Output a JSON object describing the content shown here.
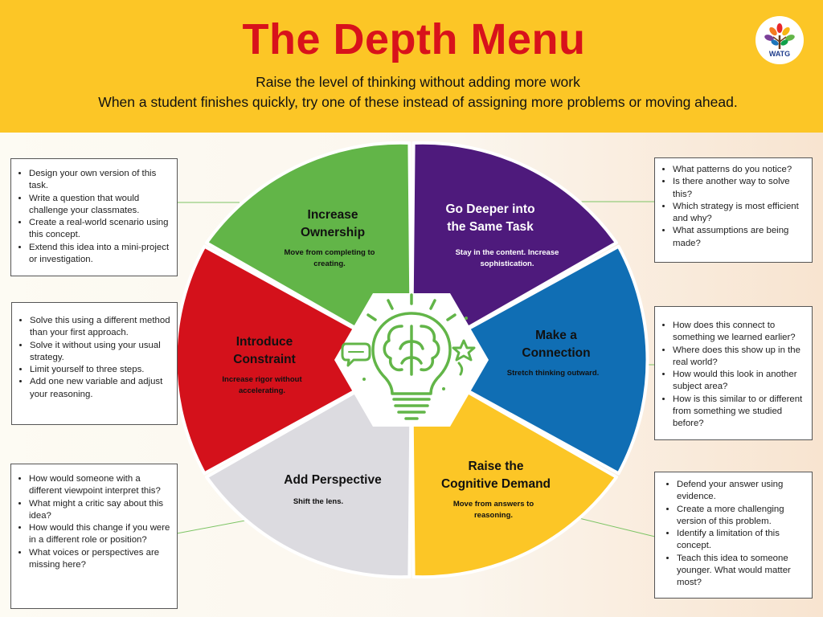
{
  "header": {
    "title": "The Depth Menu",
    "subtitle_1": "Raise the level of thinking without adding more work",
    "subtitle_2": "When a student finishes quickly, try one of these instead of assigning more problems or moving ahead.",
    "logo_text": "WATG"
  },
  "colors": {
    "header_bg": "#fcc626",
    "title": "#d8121b",
    "ownership": "#62b548",
    "deeper": "#4e1a7c",
    "connection": "#106eb4",
    "demand": "#fcc626",
    "perspective": "#dcdbe0",
    "constraint": "#d4111b",
    "icon": "#62b548"
  },
  "segments": {
    "ownership": {
      "title_1": "Increase",
      "title_2": "Ownership",
      "sub_1": "Move from completing to",
      "sub_2": "creating."
    },
    "deeper": {
      "title_1": "Go Deeper into",
      "title_2": "the Same Task",
      "sub_1": "Stay in the content. Increase",
      "sub_2": "sophistication."
    },
    "connection": {
      "title_1": "Make a",
      "title_2": "Connection",
      "sub_1": "Stretch thinking outward."
    },
    "demand": {
      "title_1": "Raise the",
      "title_2": "Cognitive Demand",
      "sub_1": "Move from answers to",
      "sub_2": "reasoning."
    },
    "perspective": {
      "title_1": "Add Perspective",
      "sub_1": "Shift the lens."
    },
    "constraint": {
      "title_1": "Introduce",
      "title_2": "Constraint",
      "sub_1": "Increase rigor without",
      "sub_2": "accelerating."
    }
  },
  "center_icon": "lightbulb-brain-icon",
  "boxes": {
    "ownership": [
      "Design your own version of this task.",
      "Write a question that would challenge your classmates.",
      "Create a real-world scenario using this concept.",
      "Extend this idea into a mini-project or investigation."
    ],
    "constraint": [
      "Solve this using a different method than your first approach.",
      "Solve it without using your usual strategy.",
      "Limit yourself to three steps.",
      "Add one new variable and adjust your reasoning."
    ],
    "perspective": [
      "How would someone with a different viewpoint interpret this?",
      "What might a critic say about this idea?",
      "How would this change if you were in a different role or position?",
      "What voices or perspectives are missing here?"
    ],
    "deeper": [
      "What patterns do you notice?",
      "Is there another way to solve this?",
      "Which strategy is most efficient and why?",
      "What assumptions are being made?"
    ],
    "connection": [
      "How does this connect to something we learned earlier?",
      "Where does this show up in the real world?",
      "How would this look in another subject area?",
      "How is this similar to or different from something we studied before?"
    ],
    "demand": [
      "Defend your answer using evidence.",
      "Create a more challenging version of this problem.",
      "Identify a limitation of this concept.",
      "Teach this idea to someone younger. What would matter most?"
    ]
  }
}
